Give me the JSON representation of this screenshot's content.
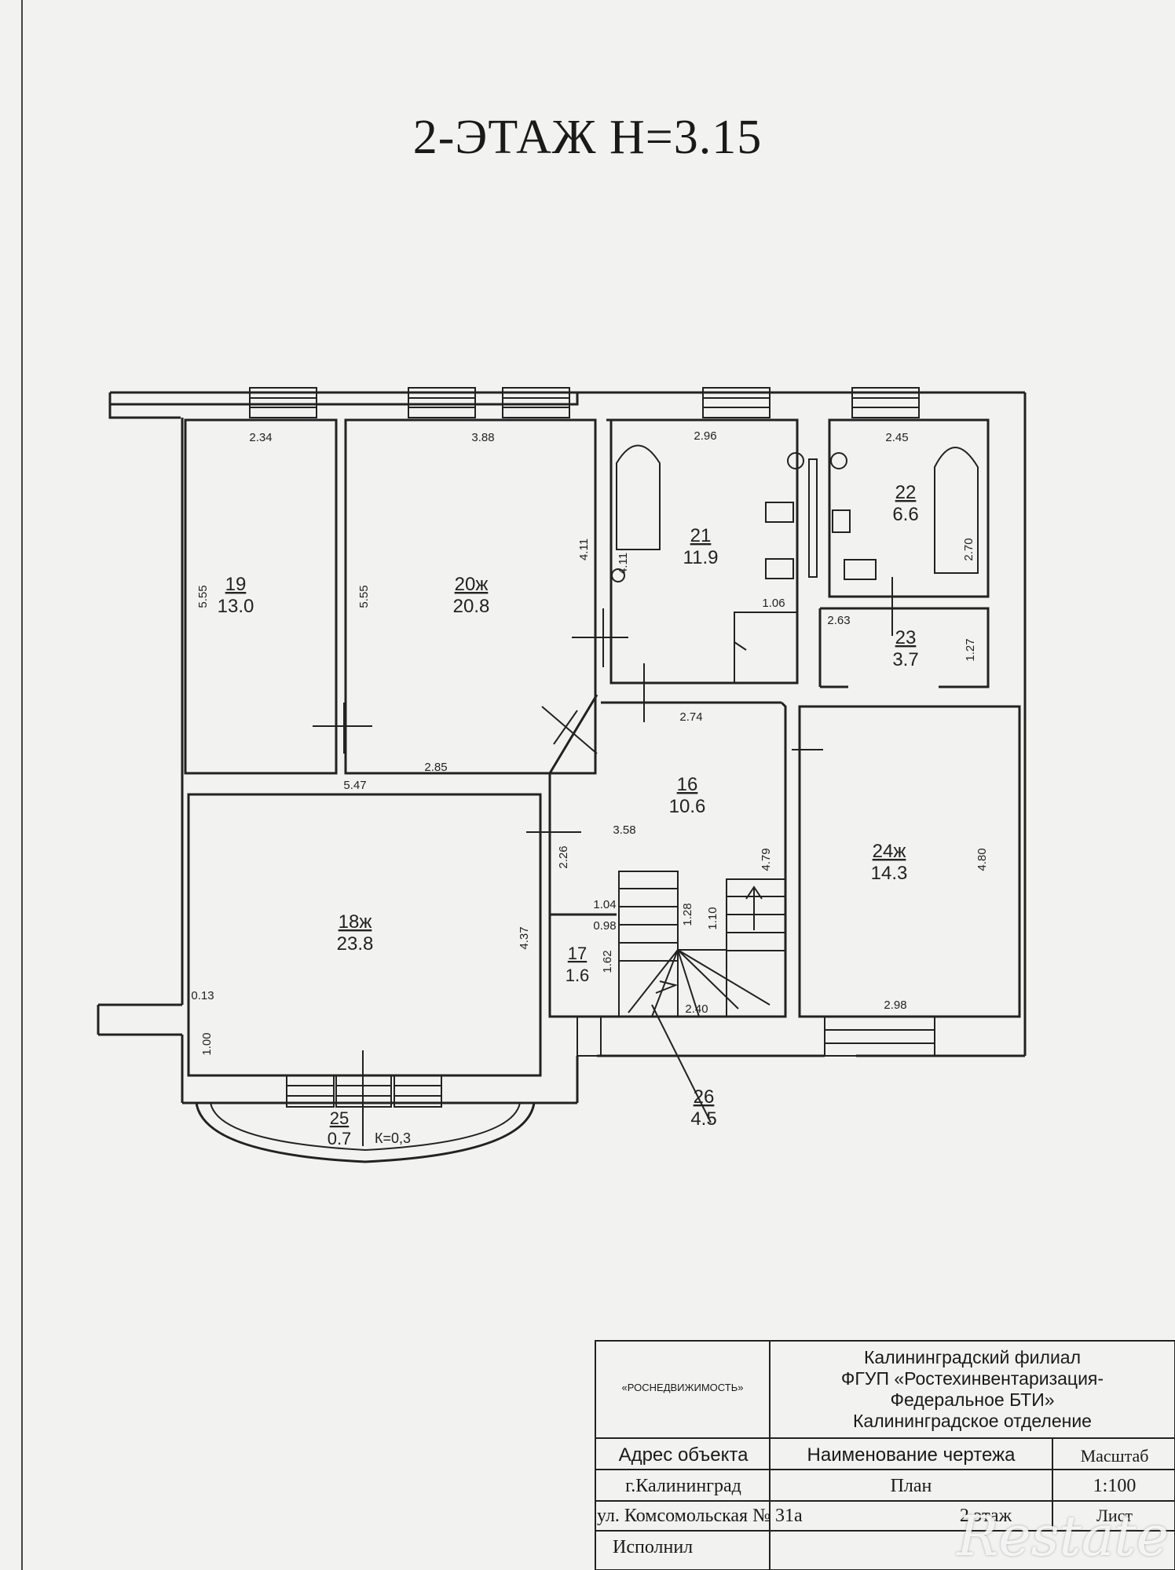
{
  "title": "2-ЭТАЖ  Н=3.15",
  "rooms": [
    {
      "num": "19",
      "area": "13.0"
    },
    {
      "num": "20ж",
      "area": "20.8"
    },
    {
      "num": "21",
      "area": "11.9"
    },
    {
      "num": "22",
      "area": "6.6"
    },
    {
      "num": "23",
      "area": "3.7"
    },
    {
      "num": "16",
      "area": "10.6"
    },
    {
      "num": "24ж",
      "area": "14.3"
    },
    {
      "num": "18ж",
      "area": "23.8"
    },
    {
      "num": "17",
      "area": "1.6"
    },
    {
      "num": "25",
      "area": "0.7",
      "note": "К=0,3"
    },
    {
      "num": "26",
      "area": "4.5"
    }
  ],
  "dimensions": {
    "d234": "2.34",
    "d388": "3.88",
    "d296": "2.96",
    "d245": "2.45",
    "d555a": "5.55",
    "d555b": "5.55",
    "d411a": "4.11",
    "d411b": "4.11",
    "d270": "2.70",
    "d106": "1.06",
    "d263": "2.63",
    "d127": "1.27",
    "d274": "2.74",
    "d285": "2.85",
    "d547": "5.47",
    "d358": "3.58",
    "d226": "2.26",
    "d479": "4.79",
    "d480": "4.80",
    "d437": "4.37",
    "d104": "1.04",
    "d098": "0.98",
    "d128": "1.28",
    "d110": "1.10",
    "d162": "1.62",
    "d240": "2.40",
    "d298": "2.98",
    "d013": "0.13",
    "d100": "1.00"
  },
  "stamp": {
    "org_left": "«РОСНЕДВИЖИМОСТЬ»",
    "org_right": [
      "Калининградский филиал",
      "ФГУП «Ростехинвентаризация-",
      "Федеральное БТИ»",
      "Калининградское отделение"
    ],
    "col1_header": "Адрес объекта",
    "col2_header": "Наименование чертежа",
    "col3_header": "Масштаб",
    "city": "г.Калининград",
    "drawing_name": "План",
    "scale": "1:100",
    "street": "ул. Комсомольская № 31а",
    "floor": "2 этаж",
    "sheet_label": "Лист",
    "executor_label": "Исполнил"
  },
  "watermark": "Restate"
}
